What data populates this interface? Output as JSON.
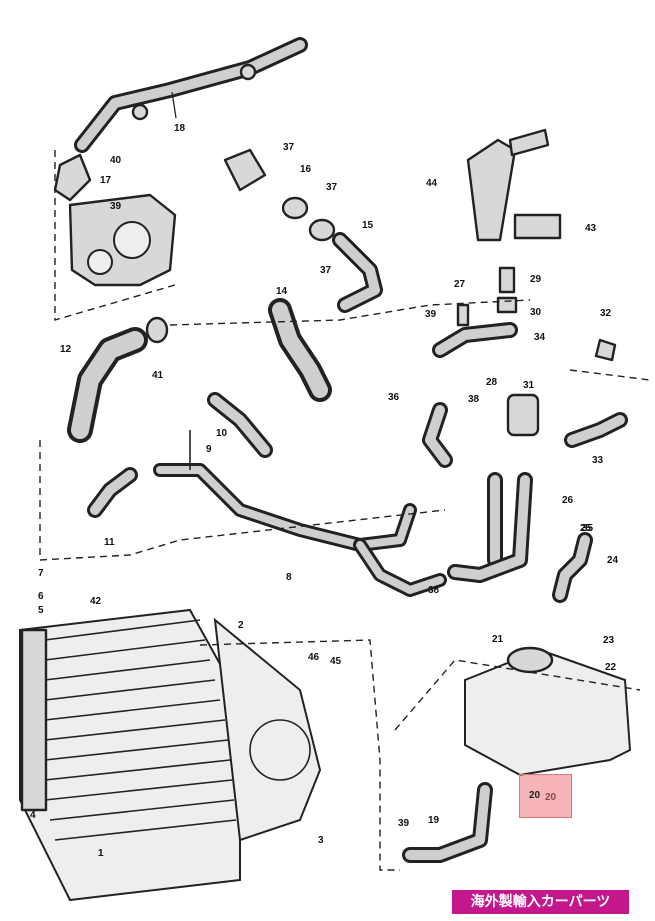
{
  "diagram": {
    "callouts": [
      "18",
      "40",
      "17",
      "39",
      "37",
      "16",
      "37",
      "15",
      "44",
      "43",
      "27",
      "29",
      "30",
      "12",
      "41",
      "14",
      "37",
      "39",
      "32",
      "34",
      "28",
      "36",
      "38",
      "31",
      "11",
      "7",
      "6",
      "5",
      "42",
      "2",
      "46",
      "45",
      "4",
      "1",
      "9",
      "8",
      "10",
      "35",
      "26",
      "33",
      "24",
      "25",
      "21",
      "23",
      "22",
      "20",
      "19",
      "3",
      "39",
      "38"
    ],
    "highlighted_part": "20"
  },
  "watermark": {
    "text": "海外製輸入カーパーツ"
  },
  "colors": {
    "highlight": "#f07882",
    "watermark_bg": "#c5178c"
  }
}
